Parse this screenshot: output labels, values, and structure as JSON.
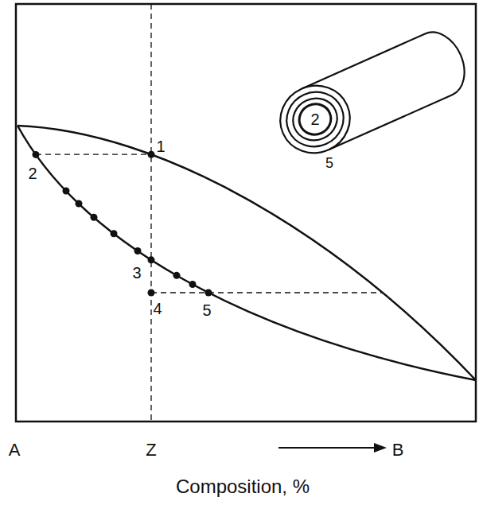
{
  "diagram": {
    "labels": [
      "1",
      "2",
      "3",
      "4",
      "5",
      "2",
      "5",
      "A",
      "Z",
      "B",
      "Composition, %"
    ]
  }
}
